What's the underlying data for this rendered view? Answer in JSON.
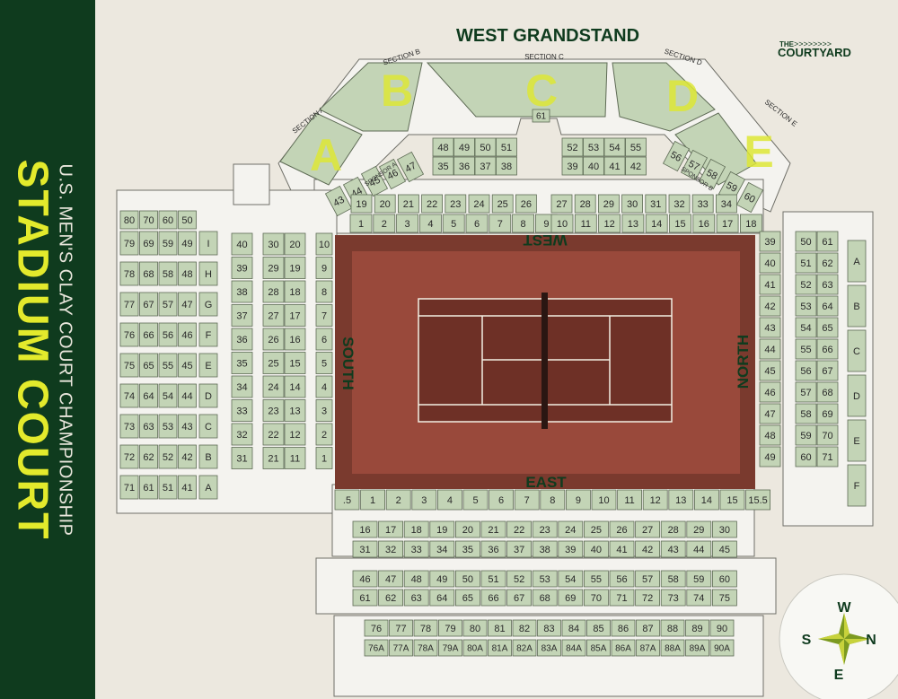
{
  "title": {
    "subtitle": "U.S. MEN'S CLAY COURT CHAMPIONSHIP",
    "main": "STADIUM COURT"
  },
  "logo": {
    "small": "THE",
    "arrows": ">>>>>>>>",
    "name": "COURTYARD"
  },
  "compass": {
    "w": "W",
    "s": "S",
    "n": "N",
    "e": "E"
  },
  "stands": {
    "west": "WEST GRANDSTAND",
    "court_west": "WEST",
    "court_south": "SOUTH",
    "court_north": "NORTH",
    "court_east": "EAST"
  },
  "grandstand_sections": [
    {
      "letter": "A",
      "label": "SECTION A"
    },
    {
      "letter": "B",
      "label": "SECTION B"
    },
    {
      "letter": "C",
      "label": "SECTION C"
    },
    {
      "letter": "D",
      "label": "SECTION D"
    },
    {
      "letter": "E",
      "label": "SECTION E"
    }
  ],
  "sponsors": {
    "a": "SPONSOR A",
    "b": "SPONSOR B"
  },
  "boxes": {
    "top_center": "61",
    "ga_left": [
      "47",
      "46",
      "45",
      "44",
      "43"
    ],
    "ga_right": [
      "56",
      "57",
      "58",
      "59",
      "60"
    ],
    "center_upper": [
      "48",
      "49",
      "50",
      "51",
      "52",
      "53",
      "54",
      "55"
    ],
    "center_lower": [
      "35",
      "36",
      "37",
      "38",
      "39",
      "40",
      "41",
      "42"
    ],
    "west_upper": [
      "19",
      "20",
      "21",
      "22",
      "23",
      "24",
      "25",
      "26",
      "27",
      "28",
      "29",
      "30",
      "31",
      "32",
      "33",
      "34"
    ],
    "west_lower": [
      "1",
      "2",
      "3",
      "4",
      "5",
      "6",
      "7",
      "8",
      "9",
      "10",
      "11",
      "12",
      "13",
      "14",
      "15",
      "16",
      "17",
      "18"
    ],
    "south_a": [
      "10",
      "9",
      "8",
      "7",
      "6",
      "5",
      "4",
      "3",
      "2",
      "1"
    ],
    "south_b": [
      "30",
      "29",
      "28",
      "27",
      "26",
      "25",
      "24",
      "23",
      "22",
      "21"
    ],
    "south_c": [
      "20",
      "19",
      "18",
      "17",
      "16",
      "15",
      "14",
      "13",
      "12",
      "11"
    ],
    "south_d": [
      "40",
      "39",
      "38",
      "37",
      "36",
      "35",
      "34",
      "33",
      "32",
      "31"
    ],
    "far_letters": [
      "I",
      "H",
      "G",
      "F",
      "E",
      "D",
      "C",
      "B",
      "A"
    ],
    "far_top": [
      "80",
      "70",
      "60",
      "50"
    ],
    "far_rows": [
      [
        "79",
        "69",
        "59",
        "49"
      ],
      [
        "78",
        "68",
        "58",
        "48"
      ],
      [
        "77",
        "67",
        "57",
        "47"
      ],
      [
        "76",
        "66",
        "56",
        "46"
      ],
      [
        "75",
        "65",
        "55",
        "45"
      ],
      [
        "74",
        "64",
        "54",
        "44"
      ],
      [
        "73",
        "63",
        "53",
        "43"
      ],
      [
        "72",
        "62",
        "52",
        "42"
      ],
      [
        "71",
        "61",
        "51",
        "41"
      ]
    ],
    "north_a": [
      "39",
      "40",
      "41",
      "42",
      "43",
      "44",
      "45",
      "46",
      "47",
      "48",
      "49"
    ],
    "north_b": [
      "50",
      "51",
      "52",
      "53",
      "54",
      "55",
      "56",
      "57",
      "58",
      "59",
      "60"
    ],
    "north_c": [
      "61",
      "62",
      "63",
      "64",
      "65",
      "66",
      "67",
      "68",
      "69",
      "70",
      "71"
    ],
    "north_letters": [
      "A",
      "B",
      "C",
      "D",
      "E",
      "F"
    ],
    "east_front": [
      ".5",
      "1",
      "2",
      "3",
      "4",
      "5",
      "6",
      "7",
      "8",
      "9",
      "10",
      "11",
      "12",
      "13",
      "14",
      "15",
      "15.5"
    ],
    "east_r2": [
      "16",
      "17",
      "18",
      "19",
      "20",
      "21",
      "22",
      "23",
      "24",
      "25",
      "26",
      "27",
      "28",
      "29",
      "30"
    ],
    "east_r3": [
      "31",
      "32",
      "33",
      "34",
      "35",
      "36",
      "37",
      "38",
      "39",
      "40",
      "41",
      "42",
      "43",
      "44",
      "45"
    ],
    "east_r4": [
      "46",
      "47",
      "48",
      "49",
      "50",
      "51",
      "52",
      "53",
      "54",
      "55",
      "56",
      "57",
      "58",
      "59",
      "60"
    ],
    "east_r5": [
      "61",
      "62",
      "63",
      "64",
      "65",
      "66",
      "67",
      "68",
      "69",
      "70",
      "71",
      "72",
      "73",
      "74",
      "75"
    ],
    "east_r6": [
      "76",
      "77",
      "78",
      "79",
      "80",
      "81",
      "82",
      "83",
      "84",
      "85",
      "86",
      "87",
      "88",
      "89",
      "90"
    ],
    "east_r7": [
      "76A",
      "77A",
      "78A",
      "79A",
      "80A",
      "81A",
      "82A",
      "83A",
      "84A",
      "85A",
      "86A",
      "87A",
      "88A",
      "89A",
      "90A"
    ]
  },
  "colors": {
    "sidebar": "#0f3b1e",
    "accent": "#e3ea2c",
    "seat": "#c3d4b6",
    "court": "#7a3a2e",
    "clay": "#99493b"
  }
}
